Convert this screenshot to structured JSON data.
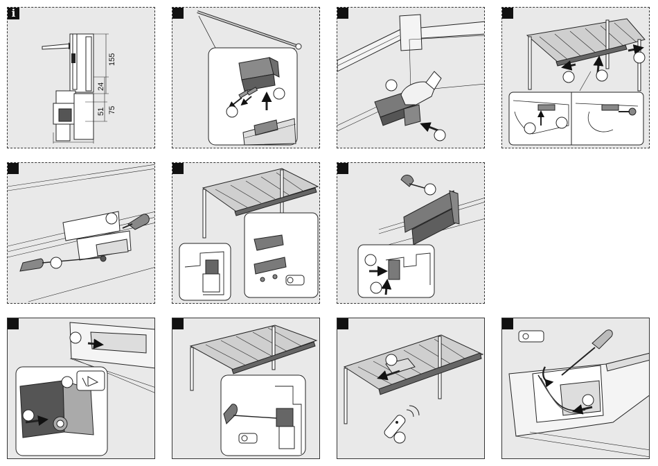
{
  "info_icon_glyph": "i",
  "dimensions": {
    "d155": "155",
    "d24": "24",
    "d75": "75",
    "d51": "51"
  },
  "colors": {
    "panel_bg": "#e9e9e9",
    "part_dark": "#6b6b6b",
    "part_mid": "#9a9a9a",
    "line": "#222222"
  },
  "panels": [
    {
      "id": 1,
      "kind": "info",
      "icon": "info-icon"
    },
    {
      "id": 2,
      "kind": "step",
      "icon": "profile-detail-icon"
    },
    {
      "id": 3,
      "kind": "step",
      "icon": "gloved-hand-icon"
    },
    {
      "id": 4,
      "kind": "step",
      "icon": "pergola-frame-icon"
    },
    {
      "id": 5,
      "kind": "step",
      "icon": "t-key-icon"
    },
    {
      "id": 6,
      "kind": "step",
      "icon": "bracket-icon"
    },
    {
      "id": 7,
      "kind": "step",
      "icon": "t-key-icon"
    },
    {
      "id": 8,
      "kind": "step",
      "icon": "push-arrow-icon"
    },
    {
      "id": 9,
      "kind": "step",
      "icon": "t-key-icon"
    },
    {
      "id": 10,
      "kind": "step",
      "icon": "remote-control-icon"
    },
    {
      "id": 11,
      "kind": "step",
      "icon": "screwdriver-icon"
    }
  ]
}
